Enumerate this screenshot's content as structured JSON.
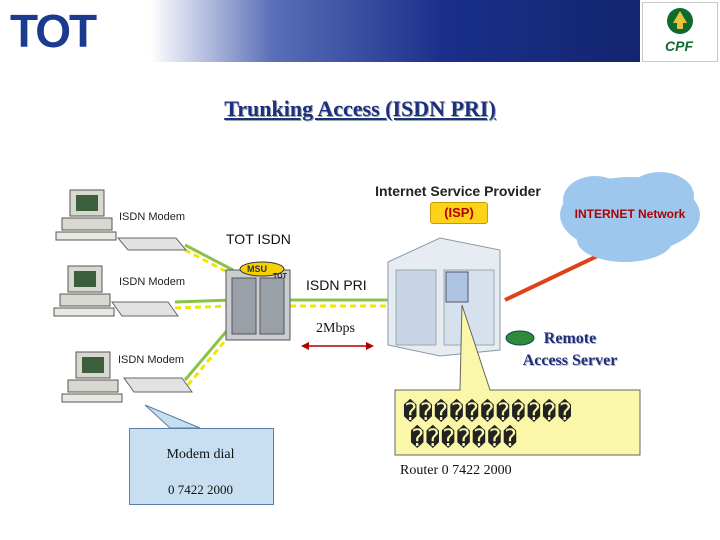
{
  "header": {
    "brand_left": "TOT",
    "brand_right": "CPF"
  },
  "title": "Trunking Access (ISDN PRI)",
  "labels": {
    "modem1": "ISDN Modem",
    "modem2": "ISDN Modem",
    "modem3": "ISDN Modem",
    "tot_isdn": "TOT  ISDN",
    "msu": "MSU",
    "tot_small": "TOT",
    "isdn_pri": "ISDN PRI",
    "bandwidth": "2Mbps",
    "isp_name": "Internet  Service  Provider",
    "isp_abbr": "(ISP)",
    "internet": "INTERNET  Network",
    "remote_l1": "Remote",
    "remote_l2": "Access Server",
    "thai_l1": "�����������",
    "thai_l2": "�������",
    "router": "Router 0 7422 2000",
    "callout_l1": "Modem dial",
    "callout_l2": "0 7422 2000"
  },
  "colors": {
    "title": "#1f2f7f",
    "green_line": "#8bc34a",
    "yellow_line": "#f2e600",
    "red_line": "#e0401a",
    "callout_yellow": "#fbf7a8",
    "callout_blue": "#c7dff0"
  }
}
